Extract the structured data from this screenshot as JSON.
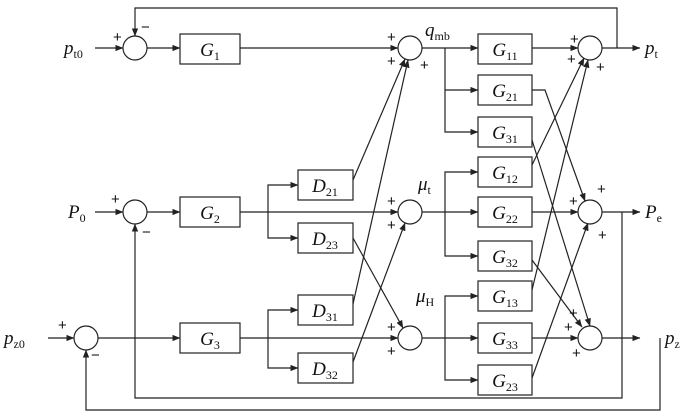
{
  "signals": {
    "pt0": {
      "main": "p",
      "sub": "t0"
    },
    "P0": {
      "main": "P",
      "sub": "0"
    },
    "pz0": {
      "main": "p",
      "sub": "z0"
    },
    "pt": {
      "main": "p",
      "sub": "t"
    },
    "Pe": {
      "main": "P",
      "sub": "e"
    },
    "pz": {
      "main": "p",
      "sub": "z"
    },
    "qmb": {
      "main": "q",
      "sub": "mb"
    },
    "mut": {
      "main": "μ",
      "sub": "t"
    },
    "muH": {
      "main": "μ",
      "sub": "H"
    }
  },
  "blocks": {
    "G1": {
      "main": "G",
      "sub": "1"
    },
    "G2": {
      "main": "G",
      "sub": "2"
    },
    "G3": {
      "main": "G",
      "sub": "3"
    },
    "D21": {
      "main": "D",
      "sub": "21"
    },
    "D23": {
      "main": "D",
      "sub": "23"
    },
    "D31": {
      "main": "D",
      "sub": "31"
    },
    "D32": {
      "main": "D",
      "sub": "32"
    },
    "G11": {
      "main": "G",
      "sub": "11"
    },
    "G21": {
      "main": "G",
      "sub": "21"
    },
    "G31": {
      "main": "G",
      "sub": "31"
    },
    "G12": {
      "main": "G",
      "sub": "12"
    },
    "G22": {
      "main": "G",
      "sub": "22"
    },
    "G32": {
      "main": "G",
      "sub": "32"
    },
    "G13": {
      "main": "G",
      "sub": "13"
    },
    "G33": {
      "main": "G",
      "sub": "33"
    },
    "G23": {
      "main": "G",
      "sub": "23"
    }
  },
  "signs": {
    "plus": "+",
    "minus": "−"
  }
}
